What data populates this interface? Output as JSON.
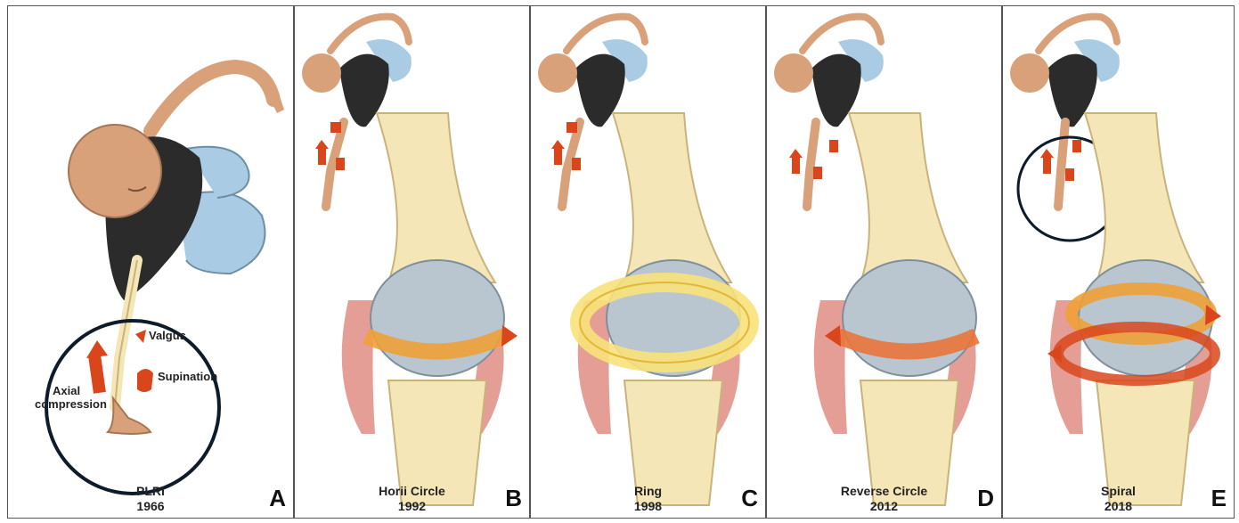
{
  "panels": [
    {
      "letter": "A",
      "name": "PLRI",
      "year": "1966",
      "annotations": {
        "valgus": "Valgus",
        "supination": "Supination",
        "axial_line1": "Axial",
        "axial_line2": "compression"
      }
    },
    {
      "letter": "B",
      "name": "Horii Circle",
      "year": "1992"
    },
    {
      "letter": "C",
      "name": "Ring",
      "year": "1998"
    },
    {
      "letter": "D",
      "name": "Reverse Circle",
      "year": "2012"
    },
    {
      "letter": "E",
      "name": "Spiral",
      "year": "2018"
    }
  ],
  "colors": {
    "skin": "#d9a17a",
    "shirt": "#2b2b2b",
    "pants": "#a9cbe3",
    "bone": "#f5e6b8",
    "ligament": "#b9c6cf",
    "muscle": "#e08d84",
    "arrow_red": "#d9461c",
    "ring_orange": "#f0a038",
    "ring_yellow": "#f8e27a",
    "circle_outline": "#0d1b2a"
  },
  "icons": [
    "person-falling-icon",
    "elbow-joint-icon",
    "injury-arrow-icon"
  ]
}
